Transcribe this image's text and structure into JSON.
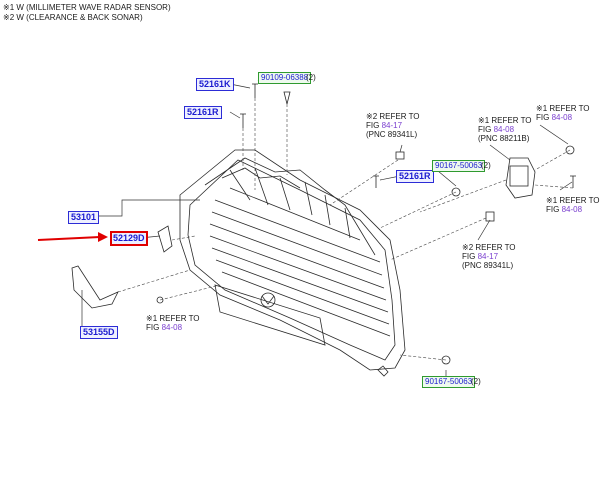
{
  "notes": [
    "※1 W (MILLIMETER WAVE RADAR SENSOR)",
    "※2 W (CLEARANCE & BACK SONAR)"
  ],
  "parts": {
    "p52161K": "52161K",
    "p52161R_a": "52161R",
    "p52161R_b": "52161R",
    "p53101": "53101",
    "p52129D": "52129D",
    "p53155D": "53155D"
  },
  "bolts": {
    "b90109": {
      "code": "90109-06388",
      "qty": "(2)"
    },
    "b90167_a": {
      "code": "90167-50063",
      "qty": "(2)"
    },
    "b90167_b": {
      "code": "90167-50063",
      "qty": "(2)"
    }
  },
  "refs": {
    "r_sonar_top": {
      "l1": "※2 REFER TO",
      "fig_prefix": "FIG ",
      "fig": "84-17",
      "l3": "(PNC 89341L)"
    },
    "r_radar": {
      "l1": "※1 REFER TO",
      "fig_prefix": "FIG ",
      "fig": "84-08",
      "l3": "(PNC 88211B)"
    },
    "r_right_top": {
      "l1": "※1 REFER TO",
      "fig_prefix": "FIG ",
      "fig": "84-08"
    },
    "r_right_mid": {
      "l1": "※1 REFER TO",
      "fig_prefix": "FIG ",
      "fig": "84-08"
    },
    "r_sonar_mid": {
      "l1": "※2 REFER TO",
      "fig_prefix": "FIG ",
      "fig": "84-17",
      "l3": "(PNC 89341L)"
    },
    "r_left_bottom": {
      "l1": "※1 REFER TO",
      "fig_prefix": "FIG ",
      "fig": "84-08"
    }
  },
  "colors": {
    "part_border": "#2c2cd6",
    "bolt_border": "#2f9a2f",
    "highlight": "#e00000",
    "fig_ref": "#7a3fcf"
  }
}
